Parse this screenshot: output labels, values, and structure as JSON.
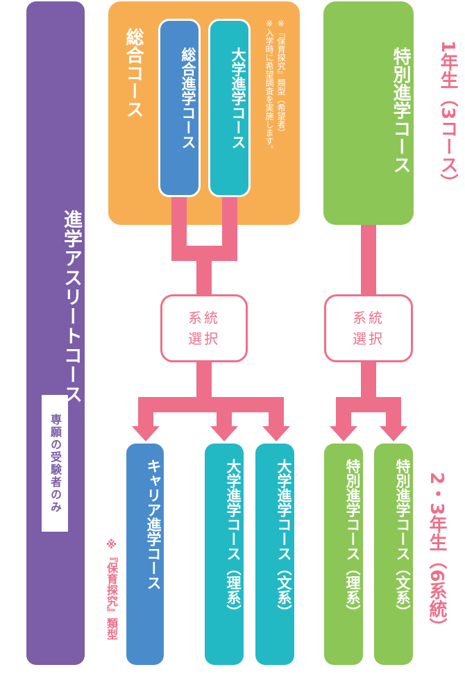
{
  "colors": {
    "purple": "#7b5da8",
    "orange": "#f7ae52",
    "green": "#8cc656",
    "blue": "#4a8ccb",
    "teal": "#22b9c5",
    "pink": "#ee6f8a"
  },
  "athlete_course": {
    "label": "進学アスリートコース",
    "note": "専願の受験者のみ"
  },
  "general_course": {
    "label": "総合コース",
    "sub_courses": [
      "総合進学コース",
      "大学進学コース"
    ],
    "note_line1": "※『保育探究』類型（希望者）",
    "note_line2": "※入学時に希望調査を実施します。"
  },
  "special_course": {
    "label": "特別進学コース"
  },
  "select_label": {
    "left_line1": "系統",
    "left_line2": "選択",
    "right_line1": "系統",
    "right_line2": "選択"
  },
  "year1": {
    "label": "1年生",
    "paren": "（3コース）"
  },
  "year23": {
    "label": "2・3年生",
    "paren": "（6系統）"
  },
  "lower_courses": {
    "career": "キャリア進学コース",
    "univ_science": "大学進学コース（理系）",
    "univ_humanities": "大学進学コース（文系）",
    "special_science": "特別進学コース（理系）",
    "special_humanities": "特別進学コース（文系）"
  },
  "career_note": "※『保育探究』類型"
}
